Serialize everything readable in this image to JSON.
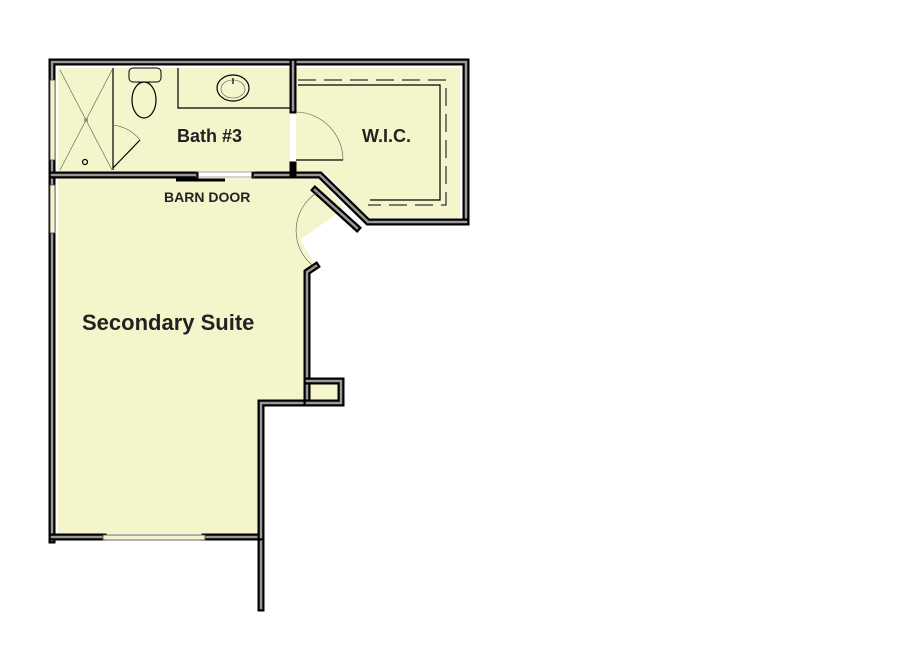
{
  "rooms": {
    "bath": "Bath #3",
    "wic": "W.I.C.",
    "suite": "Secondary Suite"
  },
  "annotations": {
    "barn_door": "BARN DOOR"
  },
  "colors": {
    "room_fill": "#f5f5cc",
    "wall": "#000000",
    "wall_core": "#999999"
  }
}
